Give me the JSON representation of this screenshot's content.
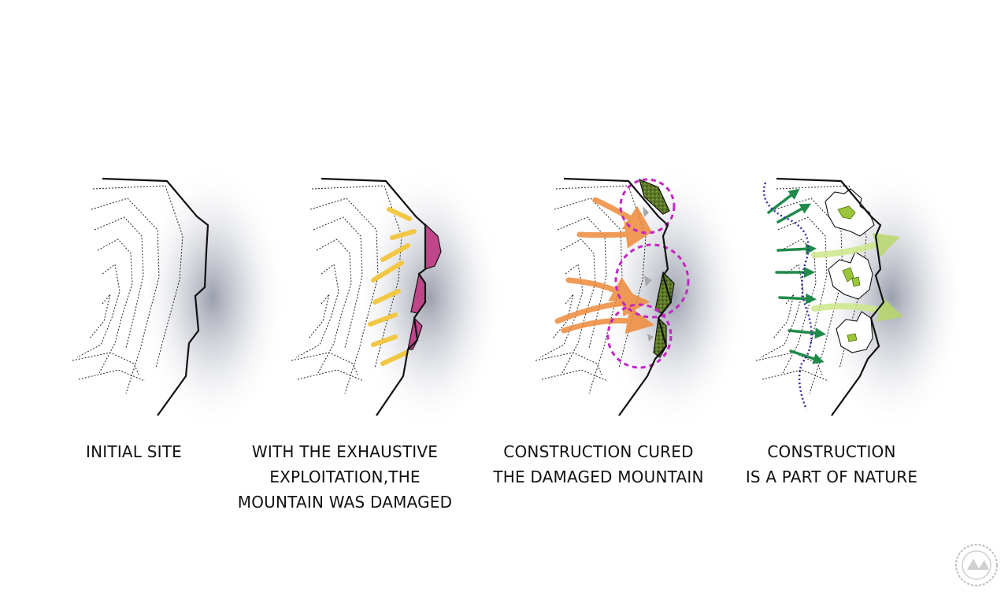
{
  "panels": [
    {
      "id": "initial",
      "caption_lines": [
        "INITIAL SITE"
      ]
    },
    {
      "id": "damaged",
      "caption_lines": [
        "WITH THE EXHAUSTIVE",
        "EXPLOITATION,THE",
        "MOUNTAIN WAS DAMAGED"
      ]
    },
    {
      "id": "cured",
      "caption_lines": [
        "CONSTRUCTION CURED",
        "THE DAMAGED MOUNTAIN"
      ]
    },
    {
      "id": "nature",
      "caption_lines": [
        "CONSTRUCTION",
        "IS A PART OF NATURE"
      ]
    }
  ],
  "colors": {
    "outline": "#111111",
    "contour": "#222222",
    "shadow": "#8a8f9e",
    "damage_fill": "#c0468a",
    "damage_marks": "#f2c744",
    "repair_arrows": "#ee8a3a",
    "focus_circles": "#c624c6",
    "green_fill": "#5f7c2a",
    "nature_arrows": "#1f8a4a",
    "wind_arrows": "#cfe78a",
    "path_dots": "#3a2aa0"
  },
  "icons": {
    "watermark": "watermark-logo-icon"
  }
}
